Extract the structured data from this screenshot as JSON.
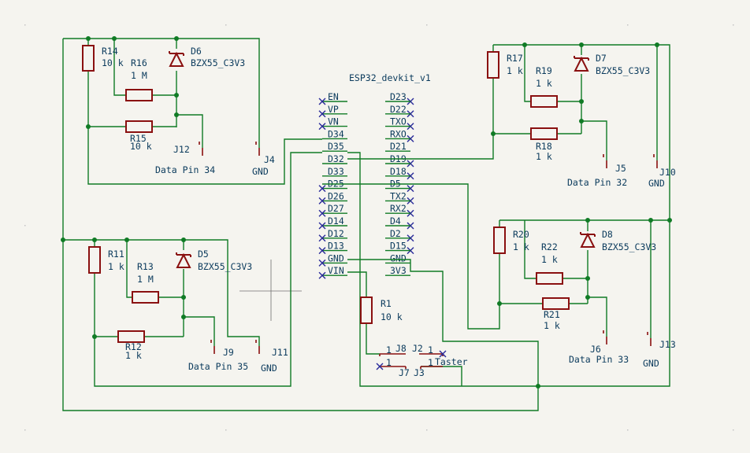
{
  "mcu": {
    "title": "ESP32_devkit_v1",
    "left_pins": [
      "EN",
      "VP",
      "VN",
      "D34",
      "D35",
      "D32",
      "D33",
      "D25",
      "D26",
      "D27",
      "D14",
      "D12",
      "D13",
      "GND",
      "VIN"
    ],
    "right_pins": [
      "D23",
      "D22",
      "TXO",
      "RXO",
      "D21",
      "D19",
      "D18",
      "D5",
      "TX2",
      "RX2",
      "D4",
      "D2",
      "D15",
      "GND",
      "3V3"
    ]
  },
  "sensors": [
    {
      "r_top": "R14",
      "r_top_val": "10 k",
      "r_ser": "R16",
      "r_ser_val": "1 M",
      "r_par": "R15",
      "r_par_val": "10 k",
      "diode": "D6",
      "diode_val": "BZX55_C3V3",
      "j_data": "J12",
      "data_label": "Data Pin 34",
      "j_gnd": "J4",
      "gnd_label": "GND"
    },
    {
      "r_top": "R11",
      "r_top_val": "1 k",
      "r_ser": "R13",
      "r_ser_val": "1 M",
      "r_par": "R12",
      "r_par_val": "1 k",
      "diode": "D5",
      "diode_val": "BZX55_C3V3",
      "j_data": "J9",
      "data_label": "Data Pin 35",
      "j_gnd": "J11",
      "gnd_label": "GND"
    },
    {
      "r_top": "R17",
      "r_top_val": "1 k",
      "r_ser": "R19",
      "r_ser_val": "1 k",
      "r_par": "R18",
      "r_par_val": "1 k",
      "diode": "D7",
      "diode_val": "BZX55_C3V3",
      "j_data": "J5",
      "data_label": "Data Pin 32",
      "j_gnd": "J10",
      "gnd_label": "GND"
    },
    {
      "r_top": "R20",
      "r_top_val": "1 k",
      "r_ser": "R22",
      "r_ser_val": "1 k",
      "r_par": "R21",
      "r_par_val": "1 k",
      "diode": "D8",
      "diode_val": "BZX55_C3V3",
      "j_data": "J6",
      "data_label": "Data Pin 33",
      "j_gnd": "J13",
      "gnd_label": "GND"
    }
  ],
  "button": {
    "r": "R1",
    "r_val": "10 k",
    "j8": "J8",
    "j2": "J2",
    "j7": "J7",
    "j3": "J3",
    "pin": "1",
    "label": "Taster"
  }
}
